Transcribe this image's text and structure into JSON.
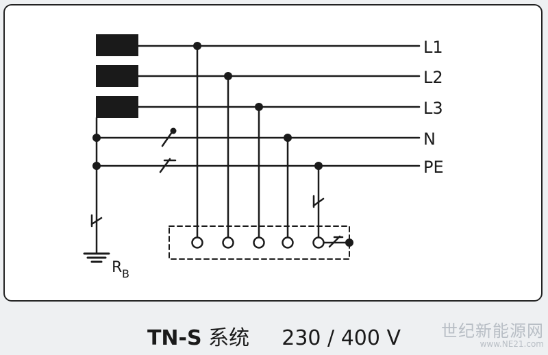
{
  "diagram": {
    "line_labels": {
      "l1": "L1",
      "l2": "L2",
      "l3": "L3",
      "n": "N",
      "pe": "PE"
    },
    "earth_label": {
      "main": "R",
      "subscript": "B"
    }
  },
  "caption": {
    "system_name": "TN-S",
    "system_word": "系统",
    "voltage": "230 / 400 V"
  },
  "watermark": {
    "text": "世纪新能源网",
    "url": "www.NE21.com"
  },
  "colors": {
    "ink": "#1a1a1a",
    "background": "#eef0f2",
    "panel": "#ffffff"
  }
}
